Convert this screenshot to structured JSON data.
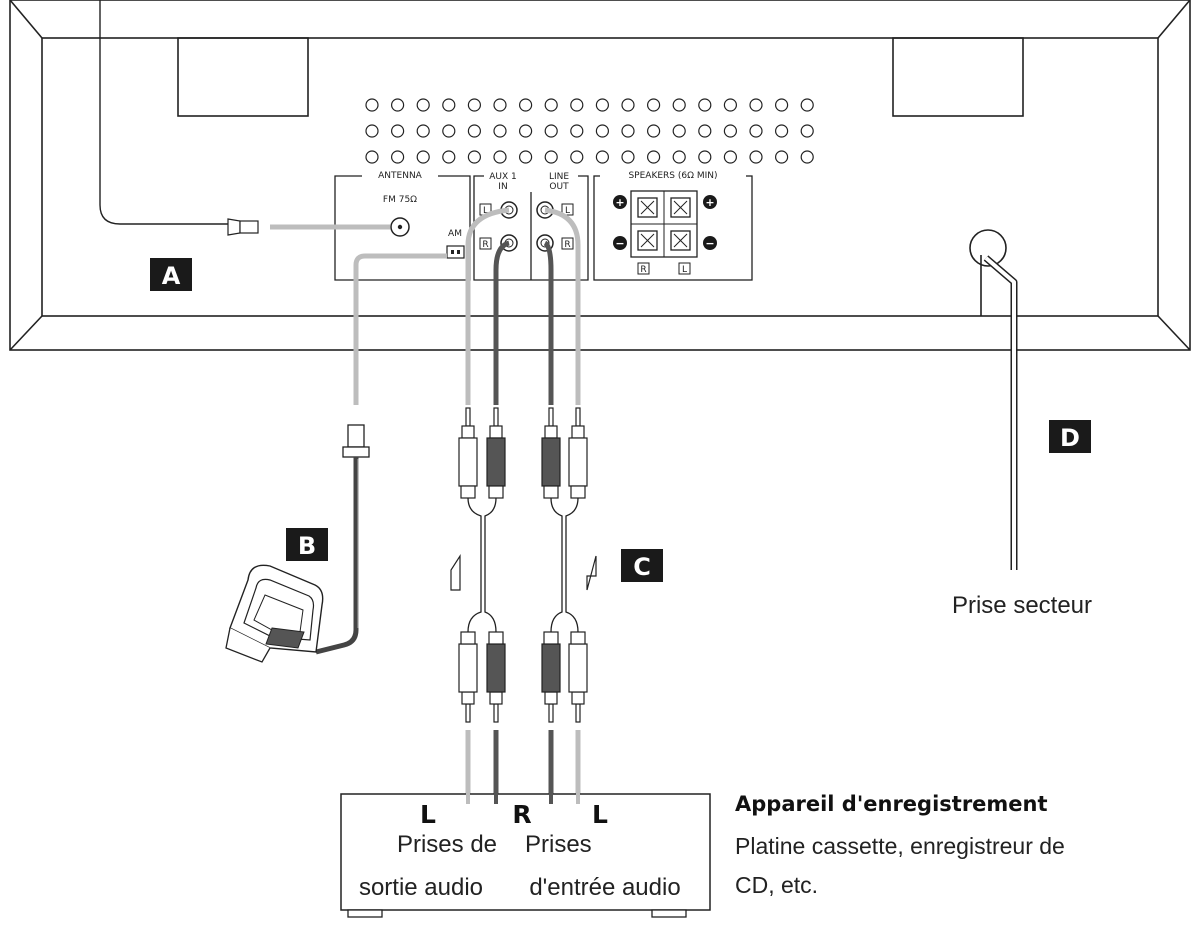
{
  "rear_panel": {
    "antenna_label": "ANTENNA",
    "fm_label": "FM 75Ω",
    "am_label": "AM",
    "aux_label_line1": "AUX 1",
    "aux_label_line2": "IN",
    "line_label_line1": "LINE",
    "line_label_line2": "OUT",
    "speakers_label": "SPEAKERS (6Ω MIN)",
    "jack_l": "L",
    "jack_r": "R",
    "plus_sign": "+",
    "minus_sign": "−"
  },
  "badges": {
    "a": "A",
    "b": "B",
    "c": "C",
    "d": "D"
  },
  "outlet_label": "Prise secteur",
  "recorder": {
    "letter_l1": "L",
    "letter_r": "R",
    "letter_l2": "L",
    "out_line1": "Prises de",
    "out_line2": "sortie audio",
    "in_line1": "Prises",
    "in_line2": "d'entrée audio",
    "title": "Appareil d'enregistrement",
    "desc_line1": "Platine cassette, enregistreur de",
    "desc_line2": "CD, etc."
  },
  "colors": {
    "cable_light": "#bdbdbd",
    "cable_dark": "#555555",
    "badge_bg": "#1a1a1a",
    "outline": "#222222"
  }
}
